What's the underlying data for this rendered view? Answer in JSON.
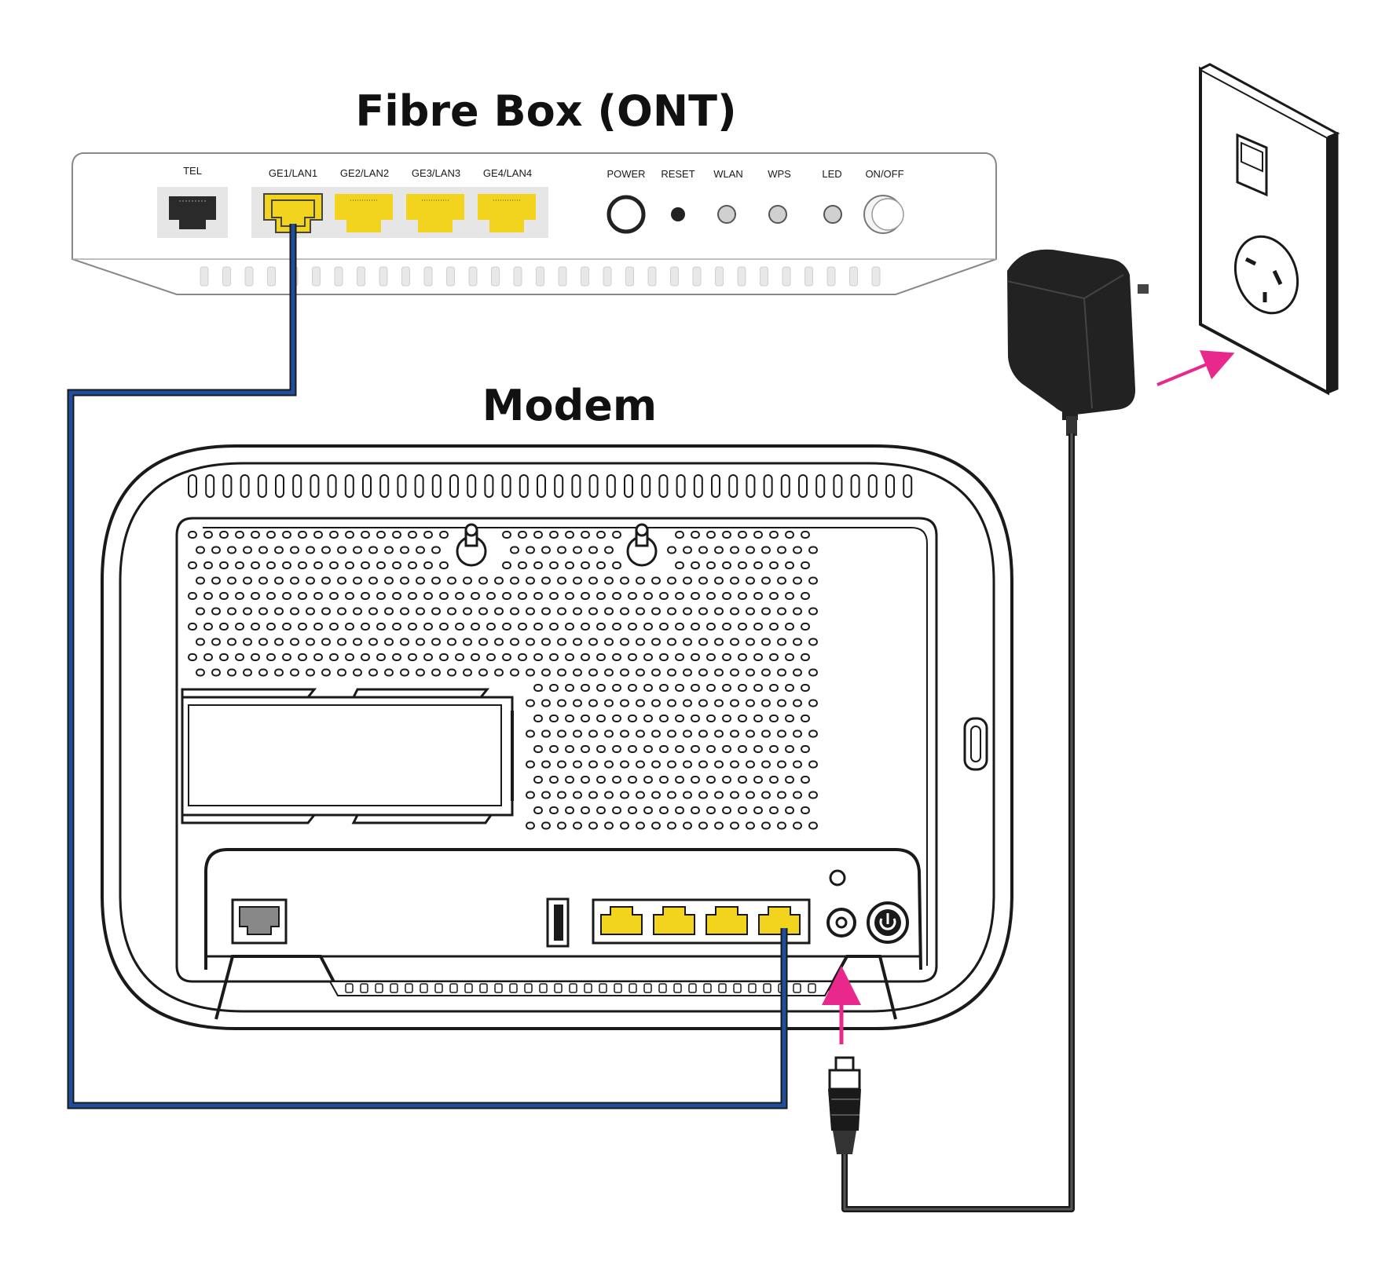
{
  "ont": {
    "title": "Fibre Box (ONT)",
    "ports": {
      "tel": "TEL",
      "lan1": "GE1/LAN1",
      "lan2": "GE2/LAN2",
      "lan3": "GE3/LAN3",
      "lan4": "GE4/LAN4"
    },
    "controls": {
      "power": "POWER",
      "reset": "RESET",
      "wlan": "WLAN",
      "wps": "WPS",
      "led": "LED",
      "onoff": "ON/OFF"
    }
  },
  "modem": {
    "title": "Modem"
  },
  "colors": {
    "ethernet_cable": "#1f4e9c",
    "lan_port": "#f2d41f",
    "arrow": "#e8288a",
    "power_cable": "#222222",
    "outline": "#1a1a1a"
  },
  "icons": [
    "ethernet-port-icon",
    "phone-port-icon",
    "usb-port-icon",
    "power-button-icon",
    "power-adapter-icon",
    "wall-socket-icon",
    "dc-plug-icon",
    "arrow-icon"
  ]
}
